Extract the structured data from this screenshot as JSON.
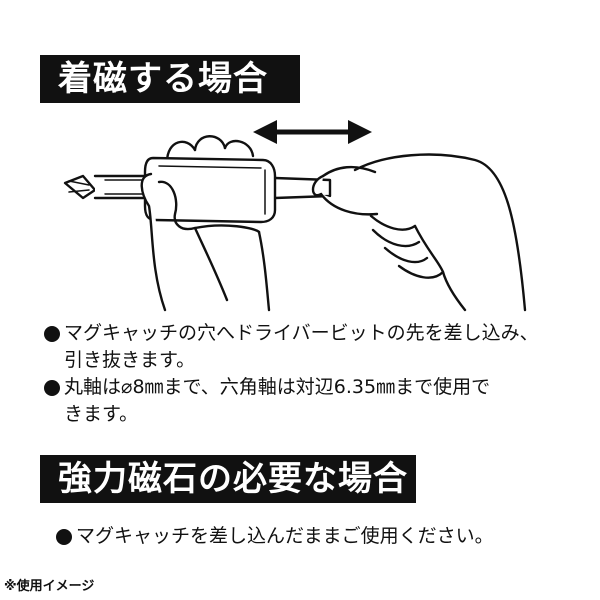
{
  "section1": {
    "title": "着磁する場合",
    "bullets": [
      "マグキャッチの穴へドライバービットの先を差し込み、\n引き抜きます。",
      "丸軸は⌀8㎜まで、六角軸は対辺6.35㎜まで使用で\nきます。"
    ]
  },
  "section2": {
    "title": "強力磁石の必要な場合",
    "bullets": [
      "マグキャッチを差し込んだままご使用ください。"
    ]
  },
  "caption": "※使用イメージ",
  "icons": {
    "arrow": "double-arrow-icon"
  }
}
